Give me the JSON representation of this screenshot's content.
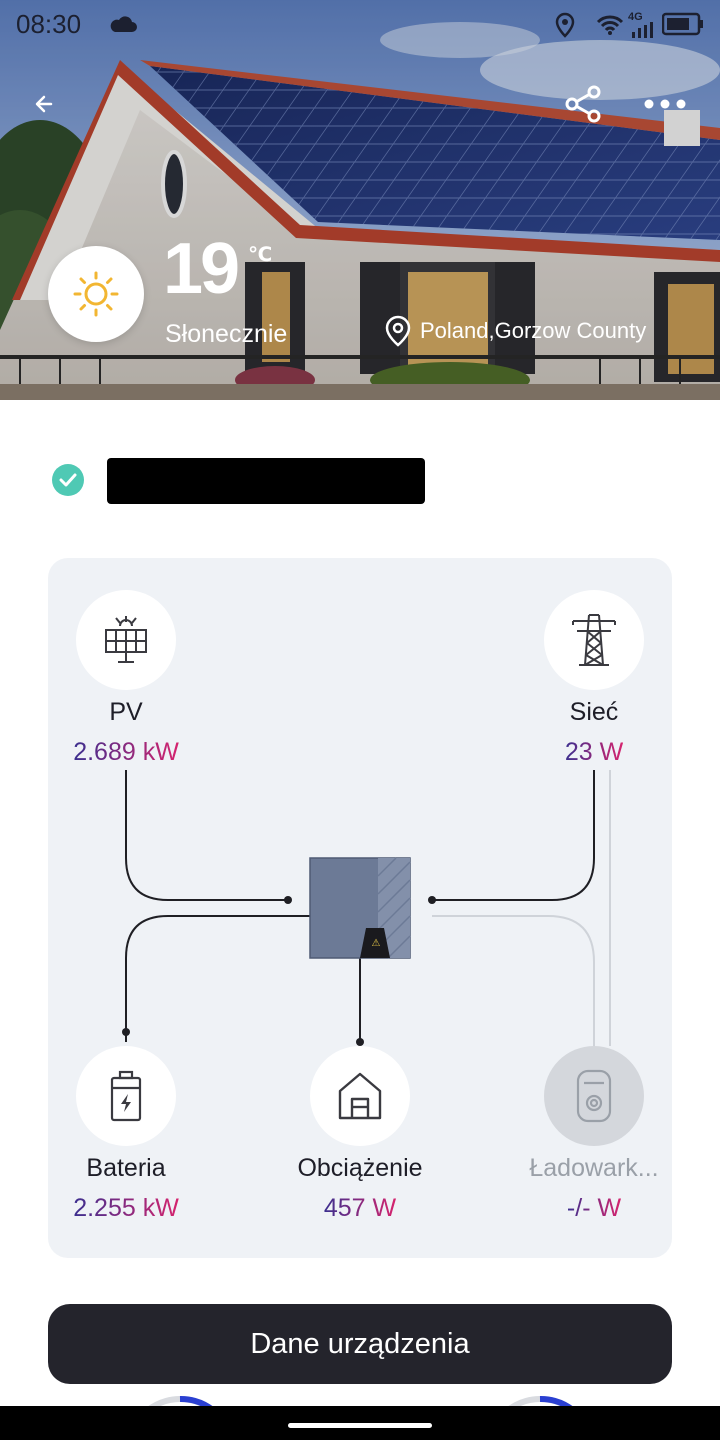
{
  "status_bar": {
    "time": "08:30",
    "network": "4G"
  },
  "weather": {
    "temperature": "19",
    "unit": "℃",
    "condition": "Słonecznie",
    "location": "Poland,Gorzow County"
  },
  "energy": {
    "pv": {
      "label": "PV",
      "value": "2.689 kW"
    },
    "grid": {
      "label": "Sieć",
      "value": "23 W"
    },
    "battery": {
      "label": "Bateria",
      "value": "2.255 kW"
    },
    "load": {
      "label": "Obciążenie",
      "value": "457 W"
    },
    "charger": {
      "label": "Ładowark...",
      "value": "-/- W"
    }
  },
  "actions": {
    "device_data_label": "Dane urządzenia"
  },
  "colors": {
    "accent_check": "#4fc9b4",
    "value_gradient_start": "#3b2f8f",
    "value_gradient_end": "#d6246e",
    "button_bg": "#24242c",
    "card_bg": "#eff2f6"
  }
}
